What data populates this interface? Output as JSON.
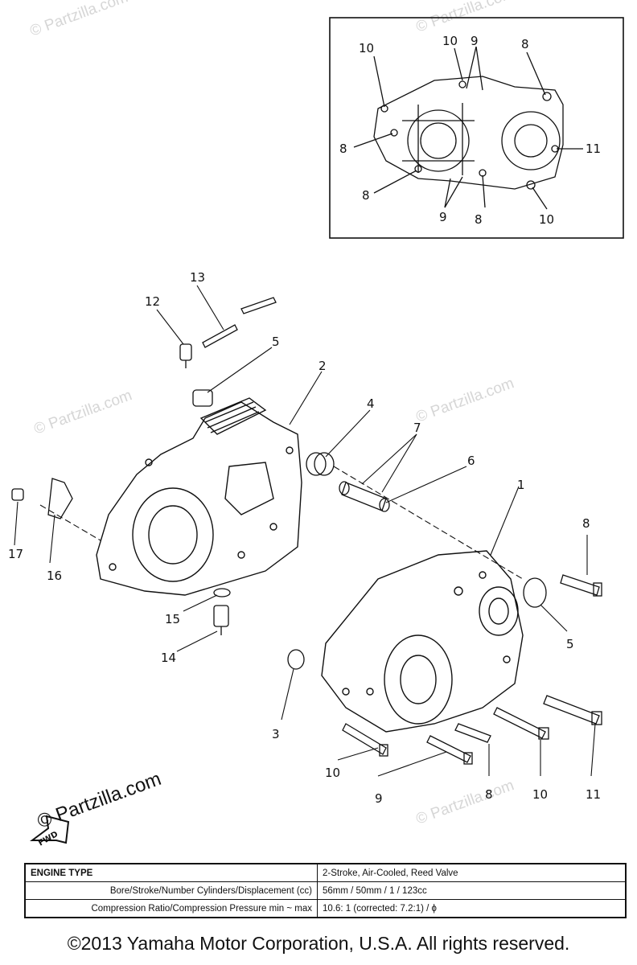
{
  "watermark": "© Partzilla.com",
  "fwd_label": "FWD",
  "inset_callouts": [
    "10",
    "10",
    "9",
    "8",
    "8",
    "8",
    "9",
    "8",
    "10",
    "11"
  ],
  "main_callouts": [
    "13",
    "12",
    "5",
    "2",
    "4",
    "7",
    "6",
    "1",
    "8",
    "17",
    "16",
    "15",
    "14",
    "5",
    "3",
    "10",
    "9",
    "8",
    "10",
    "11"
  ],
  "spec_table": {
    "header": {
      "label": "ENGINE TYPE",
      "value": "2-Stroke, Air-Cooled, Reed Valve"
    },
    "rows": [
      {
        "label": "Bore/Stroke/Number Cylinders/Displacement (cc)",
        "value": "56mm / 50mm / 1 / 123cc"
      },
      {
        "label": "Compression Ratio/Compression Pressure min ~ max",
        "value": "10.6: 1 (corrected: 7.2:1) / ϕ"
      }
    ]
  },
  "copyright": "©2013 Yamaha Motor Corporation, U.S.A. All rights reserved."
}
